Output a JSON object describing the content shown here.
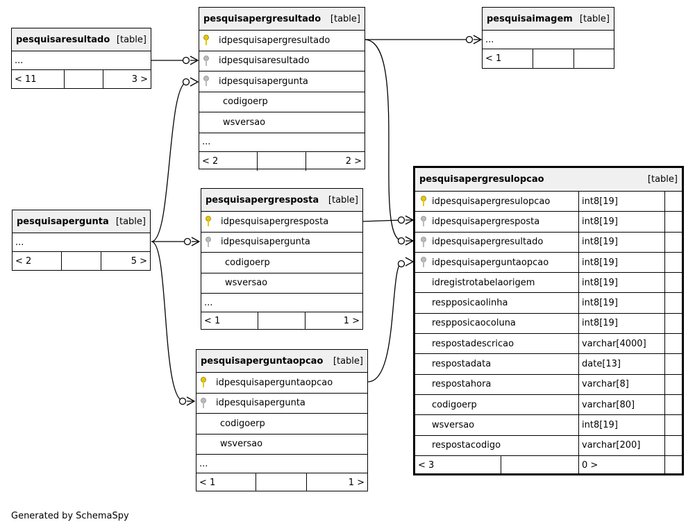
{
  "type_label": "[table]",
  "footer": "Generated by SchemaSpy",
  "tables": {
    "pesquisaresultado": {
      "name": "pesquisaresultado",
      "more": "...",
      "nav": [
        "< 11",
        "",
        "3 >"
      ]
    },
    "pesquisapergresultado": {
      "name": "pesquisapergresultado",
      "columns": [
        {
          "name": "idpesquisapergresultado",
          "key": "primary"
        },
        {
          "name": "idpesquisaresultado",
          "key": "foreign"
        },
        {
          "name": "idpesquisapergunta",
          "key": "foreign"
        },
        {
          "name": "codigoerp",
          "key": "none"
        },
        {
          "name": "wsversao",
          "key": "none"
        }
      ],
      "more": "...",
      "nav": [
        "< 2",
        "",
        "2 >"
      ]
    },
    "pesquisaimagem": {
      "name": "pesquisaimagem",
      "more": "...",
      "nav": [
        "< 1",
        "",
        ""
      ]
    },
    "pesquisapergunta": {
      "name": "pesquisapergunta",
      "more": "...",
      "nav": [
        "< 2",
        "",
        "5 >"
      ]
    },
    "pesquisapergresposta": {
      "name": "pesquisapergresposta",
      "columns": [
        {
          "name": "idpesquisapergresposta",
          "key": "primary"
        },
        {
          "name": "idpesquisapergunta",
          "key": "foreign"
        },
        {
          "name": "codigoerp",
          "key": "none"
        },
        {
          "name": "wsversao",
          "key": "none"
        }
      ],
      "more": "...",
      "nav": [
        "< 1",
        "",
        "1 >"
      ]
    },
    "pesquisaperguntaopcao": {
      "name": "pesquisaperguntaopcao",
      "columns": [
        {
          "name": "idpesquisaperguntaopcao",
          "key": "primary"
        },
        {
          "name": "idpesquisapergunta",
          "key": "foreign"
        },
        {
          "name": "codigoerp",
          "key": "none"
        },
        {
          "name": "wsversao",
          "key": "none"
        }
      ],
      "more": "...",
      "nav": [
        "< 1",
        "",
        "1 >"
      ]
    },
    "pesquisapergresulopcao": {
      "name": "pesquisapergresulopcao",
      "columns": [
        {
          "name": "idpesquisapergresulopcao",
          "type": "int8[19]",
          "key": "primary"
        },
        {
          "name": "idpesquisapergresposta",
          "type": "int8[19]",
          "key": "foreign"
        },
        {
          "name": "idpesquisapergresultado",
          "type": "int8[19]",
          "key": "foreign"
        },
        {
          "name": "idpesquisaperguntaopcao",
          "type": "int8[19]",
          "key": "foreign"
        },
        {
          "name": "idregistrotabelaorigem",
          "type": "int8[19]",
          "key": "none"
        },
        {
          "name": "respposicaolinha",
          "type": "int8[19]",
          "key": "none"
        },
        {
          "name": "respposicaocoluna",
          "type": "int8[19]",
          "key": "none"
        },
        {
          "name": "respostadescricao",
          "type": "varchar[4000]",
          "key": "none"
        },
        {
          "name": "respostadata",
          "type": "date[13]",
          "key": "none"
        },
        {
          "name": "respostahora",
          "type": "varchar[8]",
          "key": "none"
        },
        {
          "name": "codigoerp",
          "type": "varchar[80]",
          "key": "none"
        },
        {
          "name": "wsversao",
          "type": "int8[19]",
          "key": "none"
        },
        {
          "name": "respostacodigo",
          "type": "varchar[200]",
          "key": "none"
        }
      ],
      "nav": [
        "< 3",
        "",
        "0 >"
      ]
    }
  }
}
